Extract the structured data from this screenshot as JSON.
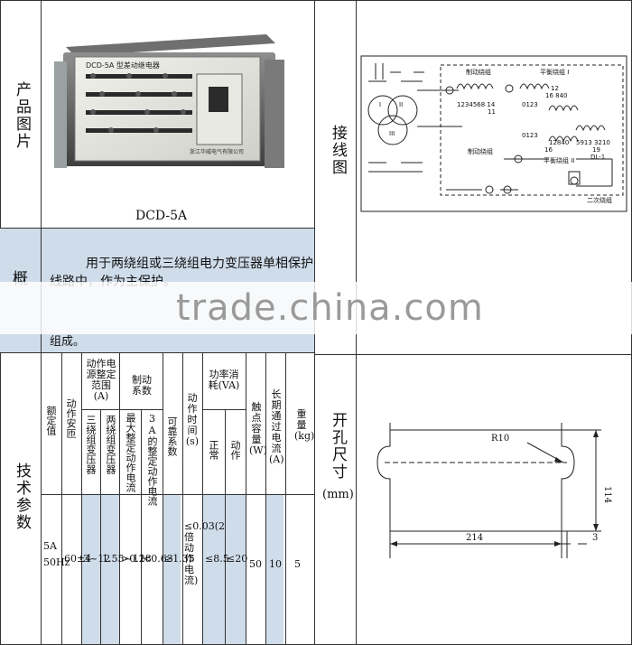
{
  "labels": {
    "product_image": "产品图片",
    "overview": "概",
    "tech_params": "技术参数",
    "wiring": "接线图",
    "cutout_line1": "开孔尺寸",
    "cutout_unit": "(mm)"
  },
  "product": {
    "caption": "DCD-5A",
    "panel_title": "DCD-5A 型差动继电器",
    "maker": "浙江华威电气有限公司"
  },
  "overview": {
    "line1": "用于两绕组或三绕组电力变压器单相保护",
    "line2": "线路中，作为主保护。",
    "line3": "组成。"
  },
  "watermark": "trade.china.com",
  "table": {
    "h_rated": "额定值",
    "h_range": "动作安匝",
    "h_setting": "动作电源整定范围(A)",
    "h_brake": "制动系数",
    "h_reliab": "可靠系数",
    "h_time": "动作时间(s)",
    "h_power": "功率消耗(VA)",
    "h_contact": "触点容量(W)",
    "h_long": "长期通过电流(A)",
    "h_weight": "重量(kg)",
    "sh_three": "三绕组变压器",
    "sh_two": "两绕组变压器",
    "sh_max": "最大整定动作电流",
    "sh_3a": "3A的整定动作电流",
    "sh_normal": "正常",
    "sh_action": "动作",
    "v_rated1": "5A",
    "v_rated2": "50Hz",
    "v_range": "60±4",
    "v_three": "3~12",
    "v_two": "1.55~12",
    "v_max": ">0.18",
    "v_3a": "<0.63",
    "v_reliab": "≥1.35",
    "v_time": "≤0.03(2倍动作电流)",
    "v_normal": "≤8.5",
    "v_action": "≤20",
    "v_contact": "50",
    "v_long": "10",
    "v_weight": "5"
  },
  "wiring": {
    "brake_coil_1": "制动绕组",
    "balance_coil_1": "平衡绕组 I",
    "brake_coil_2": "制动绕组",
    "balance_coil_2": "平衡绕组 II",
    "secondary_coil": "二次绕组",
    "taps_a": "1234568 14",
    "taps_a2": "11",
    "taps_b": "0123",
    "taps_b2": "12",
    "taps_b3": "16 840",
    "taps_c": "0123",
    "taps_c2": "12840",
    "taps_c3": "16",
    "taps_d": "5913 3210",
    "taps_d2": "19",
    "dl": "DL-1",
    "w1": "I",
    "w2": "II",
    "w3": "III"
  },
  "cutout": {
    "radius": "R10",
    "width": "214",
    "height": "114",
    "offset": "3"
  }
}
